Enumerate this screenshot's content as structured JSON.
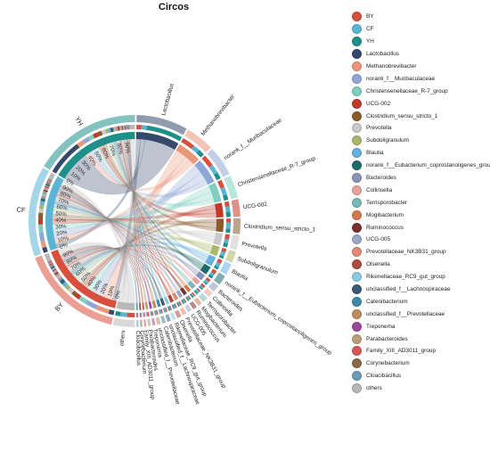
{
  "chart_data": {
    "type": "chord",
    "title": "Circos",
    "samples": [
      {
        "name": "BY",
        "color": "#d94f3d"
      },
      {
        "name": "CF",
        "color": "#5ab4d6"
      },
      {
        "name": "YH",
        "color": "#1f8f8a"
      }
    ],
    "taxa": [
      {
        "name": "Lactobacillus",
        "color": "#34496b"
      },
      {
        "name": "Methanobrevibacter",
        "color": "#e9967a"
      },
      {
        "name": "norank_f__Muribaculaceae",
        "color": "#8fa7d6"
      },
      {
        "name": "Christensenellaceae_R-7_group",
        "color": "#7ecfc0"
      },
      {
        "name": "UCG-002",
        "color": "#c0392b"
      },
      {
        "name": "Clostridium_sensu_stricto_1",
        "color": "#8b5a2b"
      },
      {
        "name": "Prevotella",
        "color": "#c9c9c9"
      },
      {
        "name": "Subdoligranulum",
        "color": "#a8b86a"
      },
      {
        "name": "Blautia",
        "color": "#6ab0e0"
      },
      {
        "name": "norank_f__Eubacterium_coprostanoligenes_group",
        "color": "#1a6b6b"
      },
      {
        "name": "Bacteroides",
        "color": "#8a93b8"
      },
      {
        "name": "Collinsella",
        "color": "#e8a0a0"
      },
      {
        "name": "Terrisporobacter",
        "color": "#7ab8b8"
      },
      {
        "name": "Mogibacterium",
        "color": "#d4784a"
      },
      {
        "name": "Ruminococcus",
        "color": "#7a3030"
      },
      {
        "name": "UCG-005",
        "color": "#9aa8c8"
      },
      {
        "name": "Prevotellaceae_NK3B31_group",
        "color": "#e08a72"
      },
      {
        "name": "Olsenella",
        "color": "#b04a3a"
      },
      {
        "name": "Rikenellaceae_RC9_gut_group",
        "color": "#8acbe0"
      },
      {
        "name": "unclassified_f__Lachnospiraceae",
        "color": "#3a5a78"
      },
      {
        "name": "Catenibacterium",
        "color": "#3a8aa8"
      },
      {
        "name": "unclassified_f__Prevotellaceae",
        "color": "#c08a5a"
      },
      {
        "name": "Treponema",
        "color": "#9a4a9a"
      },
      {
        "name": "Parabacteroides",
        "color": "#b8a078"
      },
      {
        "name": "Family_XIII_AD3011_group",
        "color": "#d45a5a"
      },
      {
        "name": "Corynebacterium",
        "color": "#8a6a4a"
      },
      {
        "name": "Cloacibacillus",
        "color": "#6a9ab8"
      },
      {
        "name": "others",
        "color": "#b8b8b8"
      }
    ],
    "sample_percent_ticks": [
      "0%",
      "10%",
      "20%",
      "30%",
      "40%",
      "50%",
      "60%",
      "70%",
      "80%",
      "90%"
    ],
    "sample_abundance": {
      "BY": [
        4,
        10,
        9,
        6,
        4,
        3,
        4,
        3,
        3,
        3,
        2,
        2,
        1,
        1,
        1,
        1,
        1,
        1,
        1,
        1,
        1,
        1,
        1,
        1,
        0.5,
        0.5,
        0.5,
        6
      ],
      "CF": [
        4,
        5,
        7,
        6,
        4,
        5,
        3,
        3,
        3,
        2,
        2,
        1,
        2,
        1,
        1,
        1,
        1,
        1,
        0.5,
        1,
        1,
        1,
        0.5,
        0.5,
        0.5,
        0.5,
        0.5,
        5
      ],
      "YH": [
        28,
        5,
        5,
        4,
        4,
        3,
        3,
        2,
        2,
        2,
        1,
        1,
        1,
        1,
        1,
        1,
        1,
        1,
        1,
        0.5,
        0.5,
        0.5,
        0.5,
        0.5,
        0.5,
        0.5,
        0.5,
        4
      ]
    },
    "legend_position": "right"
  }
}
